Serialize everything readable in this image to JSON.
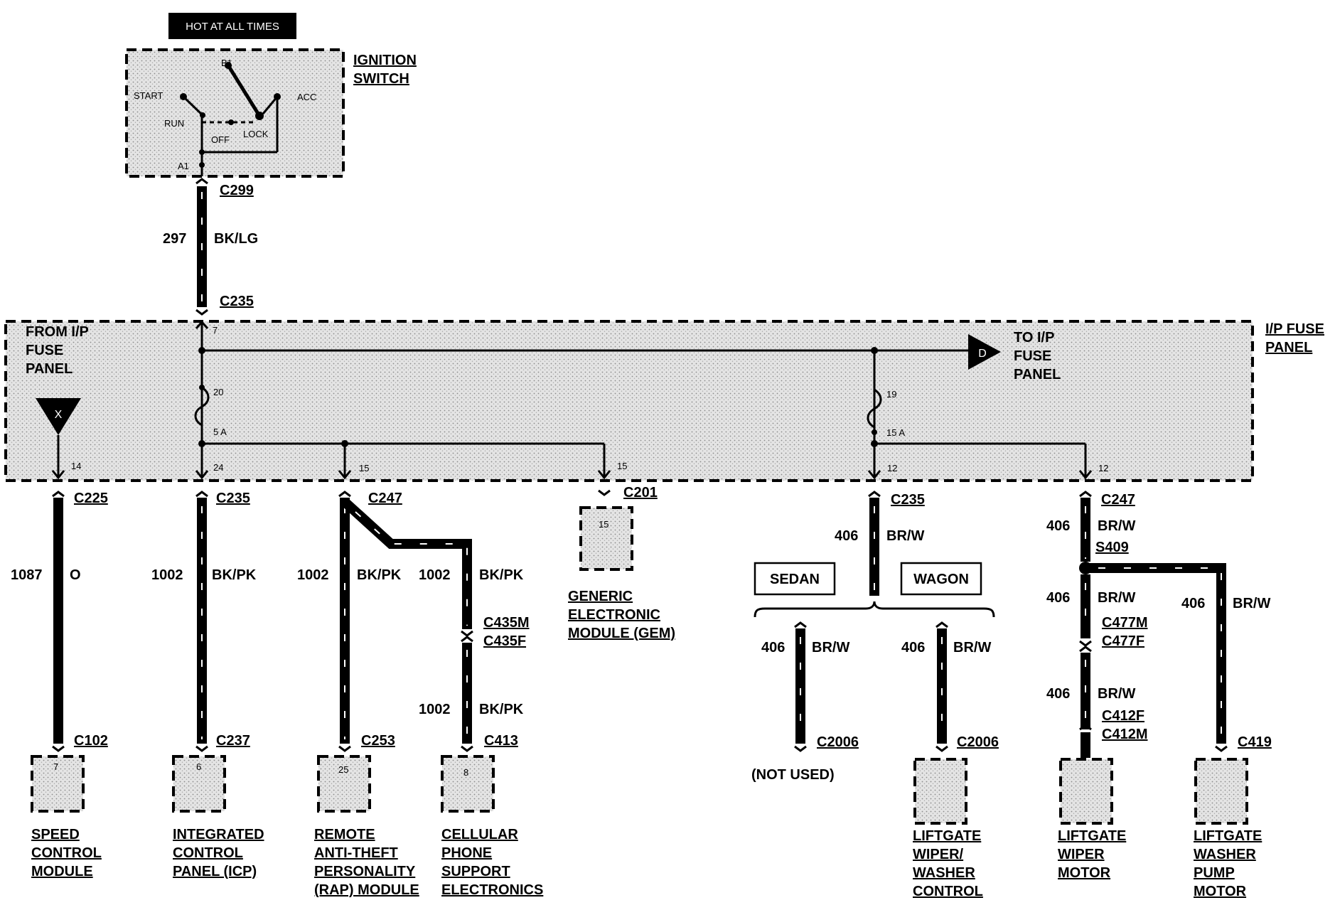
{
  "hot_label": "HOT AT ALL TIMES",
  "ignition": {
    "title": [
      "IGNITION",
      "SWITCH"
    ],
    "positions": {
      "b1": "B1",
      "start": "START",
      "run": "RUN",
      "off": "OFF",
      "lock": "LOCK",
      "acc": "ACC",
      "a1": "A1"
    }
  },
  "feed_wire": {
    "connector_top": "C299",
    "circuit": "297",
    "color": "BK/LG",
    "connector_bottom": "C235"
  },
  "fuse_panel": {
    "label": [
      "I/P FUSE",
      "PANEL"
    ],
    "from_label": [
      "FROM I/P",
      "FUSE",
      "PANEL"
    ],
    "to_label": [
      "TO I/P",
      "FUSE",
      "PANEL"
    ],
    "x_symbol": "X",
    "d_symbol": "D",
    "pin_input": "7",
    "fuse_left": {
      "number": "20",
      "rating": "5 A"
    },
    "fuse_right": {
      "number": "19",
      "rating": "15 A"
    }
  },
  "branches": {
    "speed": {
      "pin": "14",
      "connector_top": "C225",
      "circuit": "1087",
      "color": "O",
      "connector_bottom": "C102",
      "module_pin": "7",
      "module_name": [
        "SPEED",
        "CONTROL",
        "MODULE"
      ]
    },
    "icp": {
      "pin": "24",
      "connector_top": "C235",
      "circuit": "1002",
      "color": "BK/PK",
      "connector_bottom": "C237",
      "module_pin": "6",
      "module_name": [
        "INTEGRATED",
        "CONTROL",
        "PANEL (ICP)"
      ]
    },
    "rap": {
      "pin": "15",
      "connector_top": "C247",
      "circuit": "1002",
      "color": "BK/PK",
      "connector_bottom": "C253",
      "module_pin": "25",
      "module_name": [
        "REMOTE",
        "ANTI-THEFT",
        "PERSONALITY",
        "(RAP) MODULE"
      ]
    },
    "cell": {
      "circuit": "1002",
      "color": "BK/PK",
      "inline_m": "C435M",
      "inline_f": "C435F",
      "circuit2": "1002",
      "color2": "BK/PK",
      "connector_bottom": "C413",
      "module_pin": "8",
      "module_name": [
        "CELLULAR",
        "PHONE",
        "SUPPORT",
        "ELECTRONICS"
      ]
    },
    "gem": {
      "pin": "15",
      "connector": "C201",
      "module_pin": "15",
      "module_name": [
        "GENERIC",
        "ELECTRONIC",
        "MODULE (GEM)"
      ]
    },
    "liftgate_ctrl": {
      "pin": "12",
      "connector_top": "C235",
      "circuit": "406",
      "color": "BR/W",
      "sedan": "SEDAN",
      "wagon": "WAGON",
      "sedan_circuit": "406",
      "sedan_color": "BR/W",
      "sedan_connector": "C2006",
      "sedan_note": "(NOT USED)",
      "wagon_circuit": "406",
      "wagon_color": "BR/W",
      "wagon_connector": "C2006",
      "module_name": [
        "LIFTGATE",
        "WIPER/",
        "WASHER",
        "CONTROL"
      ]
    },
    "liftgate_motor": {
      "pin": "12",
      "connector_top": "C247",
      "circuit": "406",
      "color": "BR/W",
      "splice": "S409",
      "c1_circuit": "406",
      "c1_color": "BR/W",
      "inline_m": "C477M",
      "inline_f": "C477F",
      "c2_circuit": "406",
      "c2_color": "BR/W",
      "inline2_f": "C412F",
      "inline2_m": "C412M",
      "motor_name": [
        "LIFTGATE",
        "WIPER",
        "MOTOR"
      ],
      "pump_circuit": "406",
      "pump_color": "BR/W",
      "pump_connector": "C419",
      "pump_name": [
        "LIFTGATE",
        "WASHER",
        "PUMP",
        "MOTOR"
      ]
    }
  }
}
